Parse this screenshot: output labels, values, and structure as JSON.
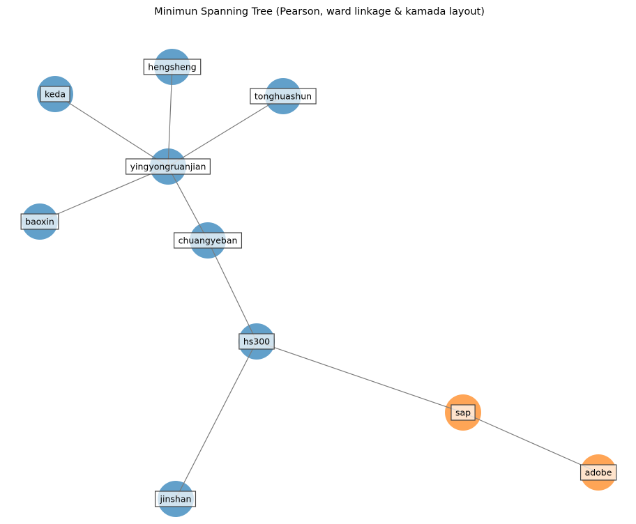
{
  "title": "Minimun Spanning Tree (Pearson, ward linkage & kamada layout)",
  "colors": {
    "cluster_blue": "#1f77b4",
    "cluster_orange": "#ff7f0e",
    "edge": "#7a7a7a",
    "label_border": "#444444"
  },
  "graph": {
    "nodes": [
      {
        "id": "keda",
        "label": "keda",
        "cluster": 0
      },
      {
        "id": "hengsheng",
        "label": "hengsheng",
        "cluster": 0
      },
      {
        "id": "tonghuashun",
        "label": "tonghuashun",
        "cluster": 0
      },
      {
        "id": "yingyongruanjian",
        "label": "yingyongruanjian",
        "cluster": 0
      },
      {
        "id": "baoxin",
        "label": "baoxin",
        "cluster": 0
      },
      {
        "id": "chuangyeban",
        "label": "chuangyeban",
        "cluster": 0
      },
      {
        "id": "hs300",
        "label": "hs300",
        "cluster": 0
      },
      {
        "id": "jinshan",
        "label": "jinshan",
        "cluster": 0
      },
      {
        "id": "sap",
        "label": "sap",
        "cluster": 1
      },
      {
        "id": "adobe",
        "label": "adobe",
        "cluster": 1
      }
    ],
    "edges": [
      [
        "keda",
        "yingyongruanjian"
      ],
      [
        "hengsheng",
        "yingyongruanjian"
      ],
      [
        "tonghuashun",
        "yingyongruanjian"
      ],
      [
        "baoxin",
        "yingyongruanjian"
      ],
      [
        "yingyongruanjian",
        "chuangyeban"
      ],
      [
        "chuangyeban",
        "hs300"
      ],
      [
        "hs300",
        "jinshan"
      ],
      [
        "hs300",
        "sap"
      ],
      [
        "sap",
        "adobe"
      ]
    ]
  }
}
